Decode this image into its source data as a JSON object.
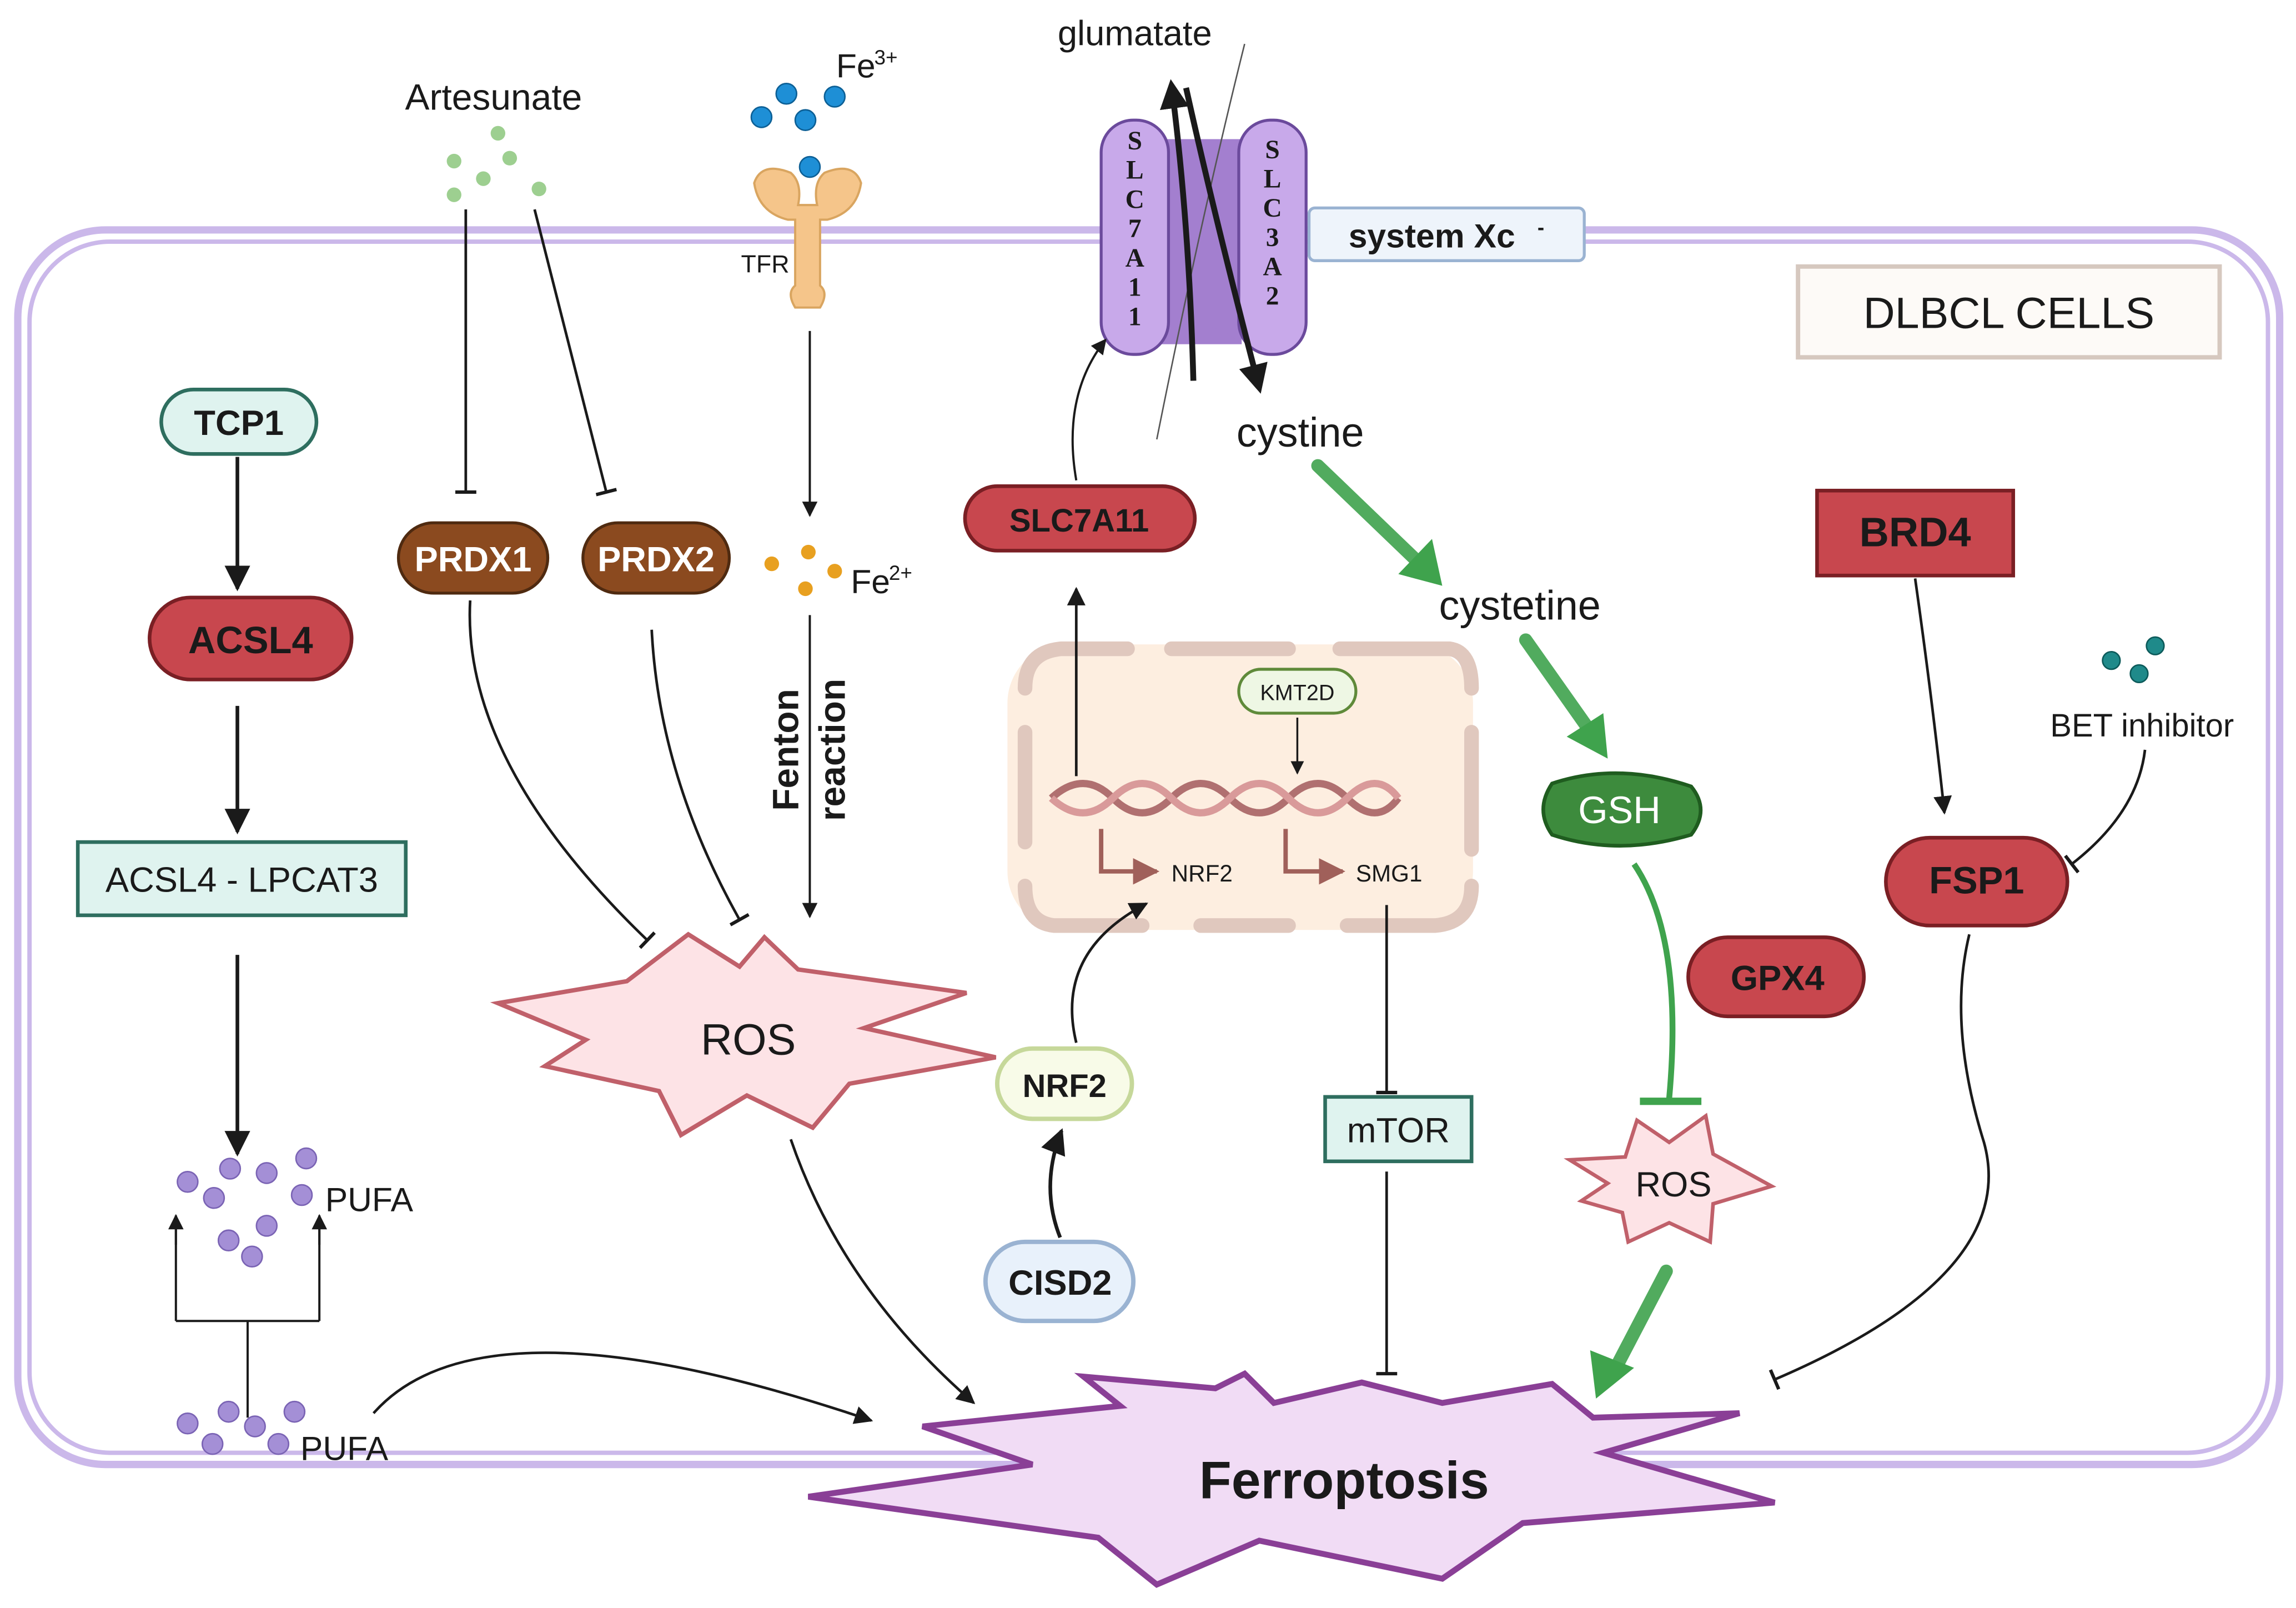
{
  "cell_label": "DLBCL CELLS",
  "membrane_transporter": {
    "label": "system Xc",
    "superscript": "-",
    "left_subunit": "SLC7A11",
    "right_subunit": "SLC3A2"
  },
  "extracellular": {
    "glutamate": "glumatate",
    "artesunate": "Artesunate",
    "fe3": "Fe",
    "fe3_charge": "3+",
    "tfr": "TFR"
  },
  "intracellular": {
    "fe2": "Fe",
    "fe2_charge": "2+",
    "fenton_1": "Fenton",
    "fenton_2": "reaction",
    "cystine": "cystine",
    "cysteine": "cystetine",
    "bet_inhibitor": "BET inhibitor",
    "pufa_upper": "PUFA",
    "pufa_lower": "PUFA",
    "ros_main": "ROS",
    "ros_small": "ROS",
    "ferroptosis": "Ferroptosis"
  },
  "nodes": {
    "tcp1": "TCP1",
    "acsl4": "ACSL4",
    "acsl4_lpcat3": "ACSL4 - LPCAT3",
    "prdx1": "PRDX1",
    "prdx2": "PRDX2",
    "slc7a11": "SLC7A11",
    "nrf2": "NRF2",
    "cisd2": "CISD2",
    "kmt2d": "KMT2D",
    "nrf2_gene": "NRF2",
    "smg1_gene": "SMG1",
    "mtor": "mTOR",
    "gsh": "GSH",
    "gpx4": "GPX4",
    "brd4": "BRD4",
    "fsp1": "FSP1"
  },
  "colors": {
    "membrane": "#cbb8ea",
    "red_node": "#c8474e",
    "brown_node": "#8b4a1f",
    "teal_box": "#dff3ef",
    "teal_border": "#2e6e5f",
    "green": "#3fa34d",
    "gsh": "#3d8b3d",
    "ros_fill": "#fde3e6",
    "ros_stroke": "#c0606a",
    "ferro_fill": "#f1dcf5",
    "ferro_stroke": "#8a3f96",
    "nucleus_fill": "#fdeee0",
    "transporter": "#a37fcf"
  }
}
